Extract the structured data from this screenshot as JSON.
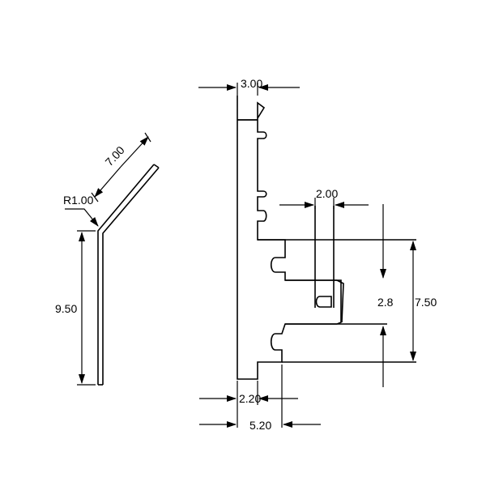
{
  "dimensions": {
    "top_width": "3.00",
    "slot_width": "2.00",
    "inner_height": "2.8",
    "outer_height": "7.50",
    "bottom_offset": "2.20",
    "bottom_total": "5.20",
    "radius": "R1.00",
    "flange_length": "7.00",
    "side_height": "9.50"
  }
}
